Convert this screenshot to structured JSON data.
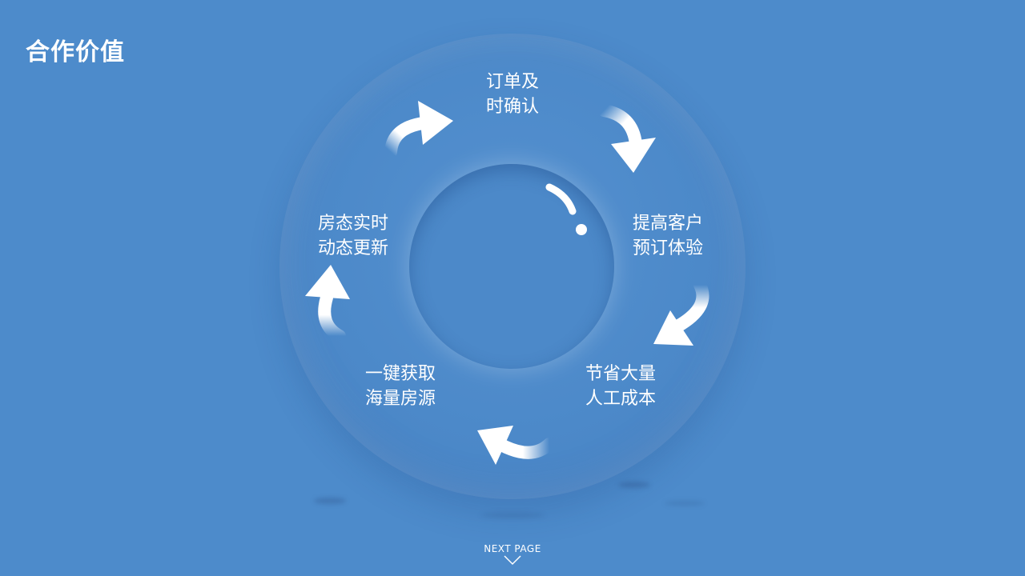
{
  "page_title": "合作价值",
  "cycle": {
    "steps": [
      {
        "line1": "订单及",
        "line2": "时确认"
      },
      {
        "line1": "提高客户",
        "line2": "预订体验"
      },
      {
        "line1": "节省大量",
        "line2": "人工成本"
      },
      {
        "line1": "一键获取",
        "line2": "海量房源"
      },
      {
        "line1": "房态实时",
        "line2": "动态更新"
      }
    ]
  },
  "footer": {
    "next_label": "NEXT PAGE",
    "next_icon": "chevron-down-icon"
  },
  "colors": {
    "background": "#4d8bcb",
    "text": "#ffffff"
  }
}
